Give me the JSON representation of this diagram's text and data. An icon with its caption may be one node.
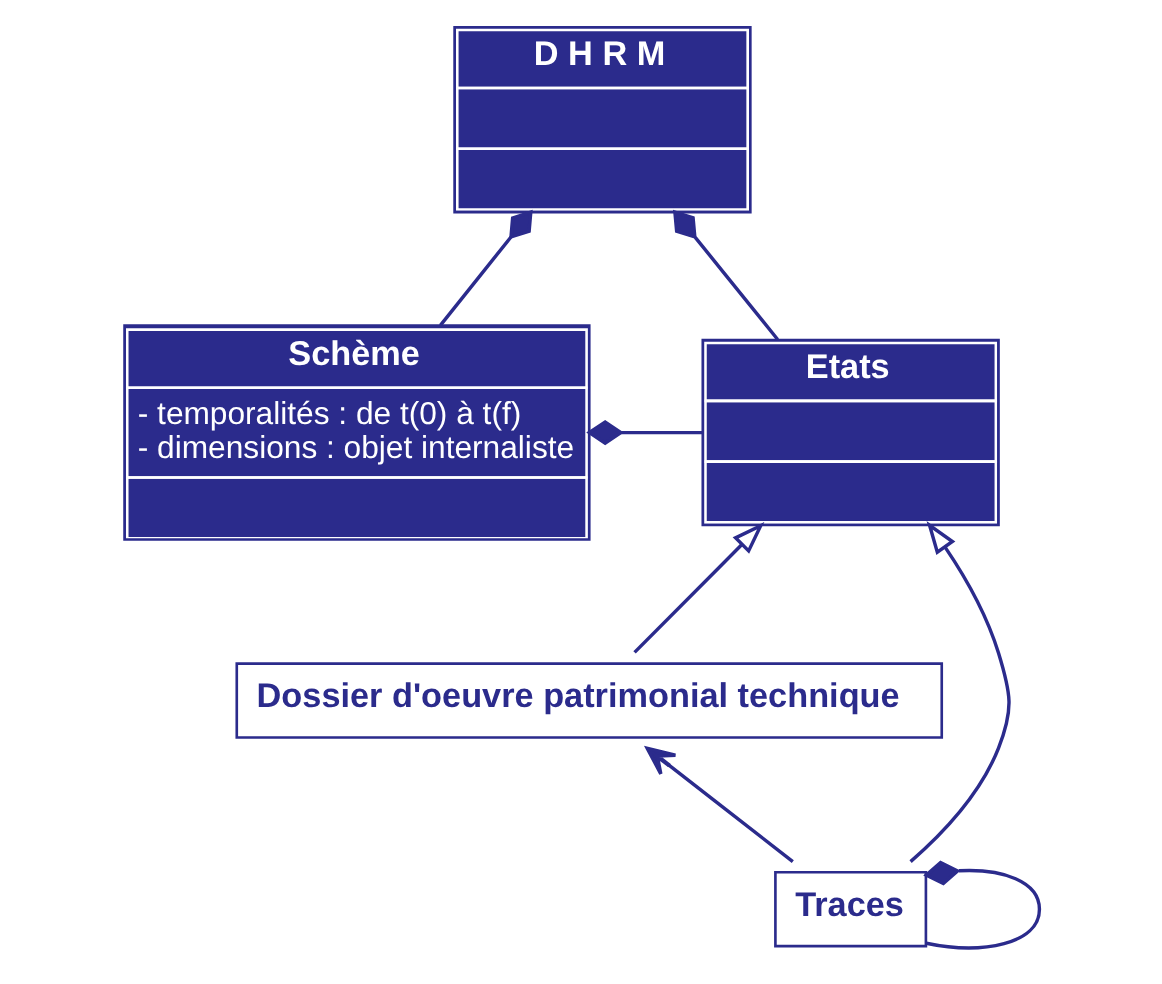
{
  "diagram": {
    "nodes": [
      {
        "text": [
          "D H R M"
        ]
      },
      {
        "text": [
          "Etats"
        ]
      },
      {
        "text": [
          "Schème",
          "- temporalités : de t(0) à t(f)",
          "- dimensions : objet internaliste"
        ]
      },
      {
        "text": [
          "Dossier d'oeuvre patrimonial technique"
        ]
      },
      {
        "text": [
          "Traces"
        ]
      }
    ],
    "edges": [
      {
        "from": 0,
        "to": 1,
        "arrow": "other"
      },
      {
        "from": 0,
        "to": 2,
        "arrow": "other"
      },
      {
        "from": 2,
        "to": 1,
        "arrow": "other"
      },
      {
        "from": 3,
        "to": 1,
        "arrow": "to"
      },
      {
        "from": 4,
        "to": 1,
        "arrow": "to"
      },
      {
        "from": 4,
        "to": 3,
        "arrow": "to"
      },
      {
        "from": 4,
        "to": 4,
        "arrow": "other"
      }
    ]
  }
}
